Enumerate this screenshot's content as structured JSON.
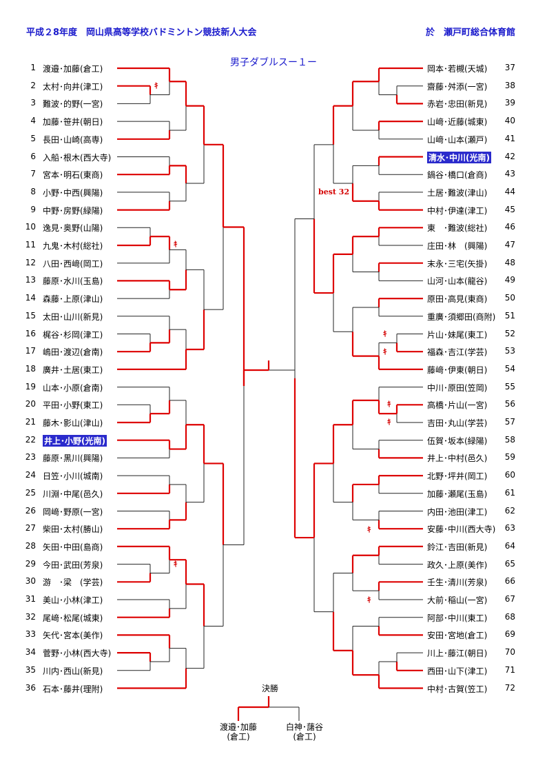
{
  "header": {
    "title": "平成２8年度　岡山県高等学校バドミントン競技新人大会",
    "venue": "於　瀬戸町総合体育館"
  },
  "bracket_title": "男子ダブルスー１ー",
  "best_label": "best 32",
  "final": {
    "label": "決勝",
    "left_names": "渡邉･加藤",
    "left_school": "(倉工)",
    "right_names": "白神･藷谷",
    "right_school": "(倉工)"
  },
  "tick_mark": "ｷ",
  "colors": {
    "accent": "#1a1acc",
    "win_line": "#dd0000",
    "highlight": "#2a2acc"
  },
  "left_entries": [
    {
      "n": "1",
      "t": "渡邉･加藤(倉工)"
    },
    {
      "n": "2",
      "t": "太村･向井(津工)"
    },
    {
      "n": "3",
      "t": "難波･的野(一宮)"
    },
    {
      "n": "4",
      "t": "加藤･笹井(朝日)"
    },
    {
      "n": "5",
      "t": "長田･山崎(高専)"
    },
    {
      "n": "6",
      "t": "入船･根木(西大寺)"
    },
    {
      "n": "7",
      "t": "宮本･明石(東商)"
    },
    {
      "n": "8",
      "t": "小野･中西(興陽)"
    },
    {
      "n": "9",
      "t": "中野･房野(緑陽)"
    },
    {
      "n": "10",
      "t": "逸見･奥野(山陽)"
    },
    {
      "n": "11",
      "t": "九鬼･木村(総社)"
    },
    {
      "n": "12",
      "t": "八田･西﨑(岡工)"
    },
    {
      "n": "13",
      "t": "藤原･水川(玉島)"
    },
    {
      "n": "14",
      "t": "森藤･上原(津山)"
    },
    {
      "n": "15",
      "t": "太田･山川(新見)"
    },
    {
      "n": "16",
      "t": "梶谷･杉岡(津工)"
    },
    {
      "n": "17",
      "t": "嶋田･渡辺(倉南)"
    },
    {
      "n": "18",
      "t": "廣井･土居(東工)"
    },
    {
      "n": "19",
      "t": "山本･小原(倉南)"
    },
    {
      "n": "20",
      "t": "平田･小野(東工)"
    },
    {
      "n": "21",
      "t": "藤木･影山(津山)"
    },
    {
      "n": "22",
      "t": "井上･小野(光南)",
      "hl": true
    },
    {
      "n": "23",
      "t": "藤原･黒川(興陽)"
    },
    {
      "n": "24",
      "t": "日笠･小川(城南)"
    },
    {
      "n": "25",
      "t": "川淵･中尾(邑久)"
    },
    {
      "n": "26",
      "t": "岡﨑･野原(一宮)"
    },
    {
      "n": "27",
      "t": "柴田･太村(勝山)"
    },
    {
      "n": "28",
      "t": "矢田･中田(島商)"
    },
    {
      "n": "29",
      "t": "今田･武田(芳泉)"
    },
    {
      "n": "30",
      "t": "游　･梁　(学芸)"
    },
    {
      "n": "31",
      "t": "美山･小林(津工)"
    },
    {
      "n": "32",
      "t": "尾﨑･松尾(城東)"
    },
    {
      "n": "33",
      "t": "矢代･宮本(美作)"
    },
    {
      "n": "34",
      "t": "菅野･小林(西大寺)"
    },
    {
      "n": "35",
      "t": "川内･西山(新見)"
    },
    {
      "n": "36",
      "t": "石本･藤井(理附)"
    }
  ],
  "right_entries": [
    {
      "n": "37",
      "t": "岡本･若槻(天城)"
    },
    {
      "n": "38",
      "t": "齋藤･舛添(一宮)"
    },
    {
      "n": "39",
      "t": "赤岩･忠田(新見)"
    },
    {
      "n": "40",
      "t": "山﨑･近藤(城東)"
    },
    {
      "n": "41",
      "t": "山﨑･山本(瀬戸)"
    },
    {
      "n": "42",
      "t": "清水･中川(光南)",
      "hl": true
    },
    {
      "n": "43",
      "t": "鍋谷･橋口(倉商)"
    },
    {
      "n": "44",
      "t": "土居･難波(津山)"
    },
    {
      "n": "45",
      "t": "中村･伊達(津工)"
    },
    {
      "n": "46",
      "t": "東　･難波(総社)"
    },
    {
      "n": "47",
      "t": "庄田･林　(興陽)"
    },
    {
      "n": "48",
      "t": "末永･三宅(矢掛)"
    },
    {
      "n": "49",
      "t": "山河･山本(龍谷)"
    },
    {
      "n": "50",
      "t": "原田･高見(東商)"
    },
    {
      "n": "51",
      "t": "重廣･須郷田(商附)"
    },
    {
      "n": "52",
      "t": "片山･妹尾(東工)"
    },
    {
      "n": "53",
      "t": "福森･吉江(学芸)"
    },
    {
      "n": "54",
      "t": "藤﨑･伊東(朝日)"
    },
    {
      "n": "55",
      "t": "中川･原田(笠岡)"
    },
    {
      "n": "56",
      "t": "高橋･片山(一宮)"
    },
    {
      "n": "57",
      "t": "吉田･丸山(学芸)"
    },
    {
      "n": "58",
      "t": "伍賀･坂本(緑陽)"
    },
    {
      "n": "59",
      "t": "井上･中村(邑久)"
    },
    {
      "n": "60",
      "t": "北野･坪井(岡工)"
    },
    {
      "n": "61",
      "t": "加藤･瀬尾(玉島)"
    },
    {
      "n": "62",
      "t": "内田･池田(津工)"
    },
    {
      "n": "63",
      "t": "安藤･中川(西大寺)"
    },
    {
      "n": "64",
      "t": "鈴江･吉田(新見)"
    },
    {
      "n": "65",
      "t": "政久･上原(美作)"
    },
    {
      "n": "66",
      "t": "壬生･清川(芳泉)"
    },
    {
      "n": "67",
      "t": "大前･稲山(一宮)"
    },
    {
      "n": "68",
      "t": "阿部･中川(東工)"
    },
    {
      "n": "69",
      "t": "安田･宮地(倉工)"
    },
    {
      "n": "70",
      "t": "川上･藤江(朝日)"
    },
    {
      "n": "71",
      "t": "西田･山下(津工)"
    },
    {
      "n": "72",
      "t": "中村･古賀(笠工)"
    }
  ]
}
